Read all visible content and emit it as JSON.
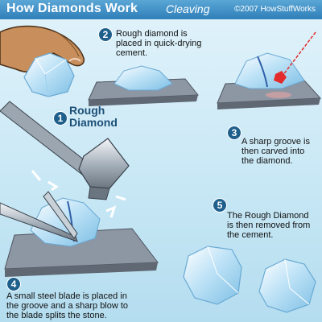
{
  "header": {
    "title": "How Diamonds Work",
    "subtitle": "Cleaving",
    "copyright": "©2007 HowStuffWorks"
  },
  "steps": [
    {
      "number": "1",
      "text": "Rough\nDiamond"
    },
    {
      "number": "2",
      "text": "Rough diamond is\nplaced in quick-drying\ncement."
    },
    {
      "number": "3",
      "text": "A sharp groove is\nthen carved into\nthe diamond."
    },
    {
      "number": "4",
      "text": "A small steel blade is placed in\nthe groove and a sharp blow to\nthe blade splits the stone."
    },
    {
      "number": "5",
      "text": "The Rough Diamond\nis then removed from\nthe cement."
    }
  ],
  "colors": {
    "header": "#2f7fb9",
    "badge": "#1f5f8c",
    "diamond": "#bfe3f7",
    "cement": "#8d96a3",
    "laser": "#e32b2b"
  }
}
